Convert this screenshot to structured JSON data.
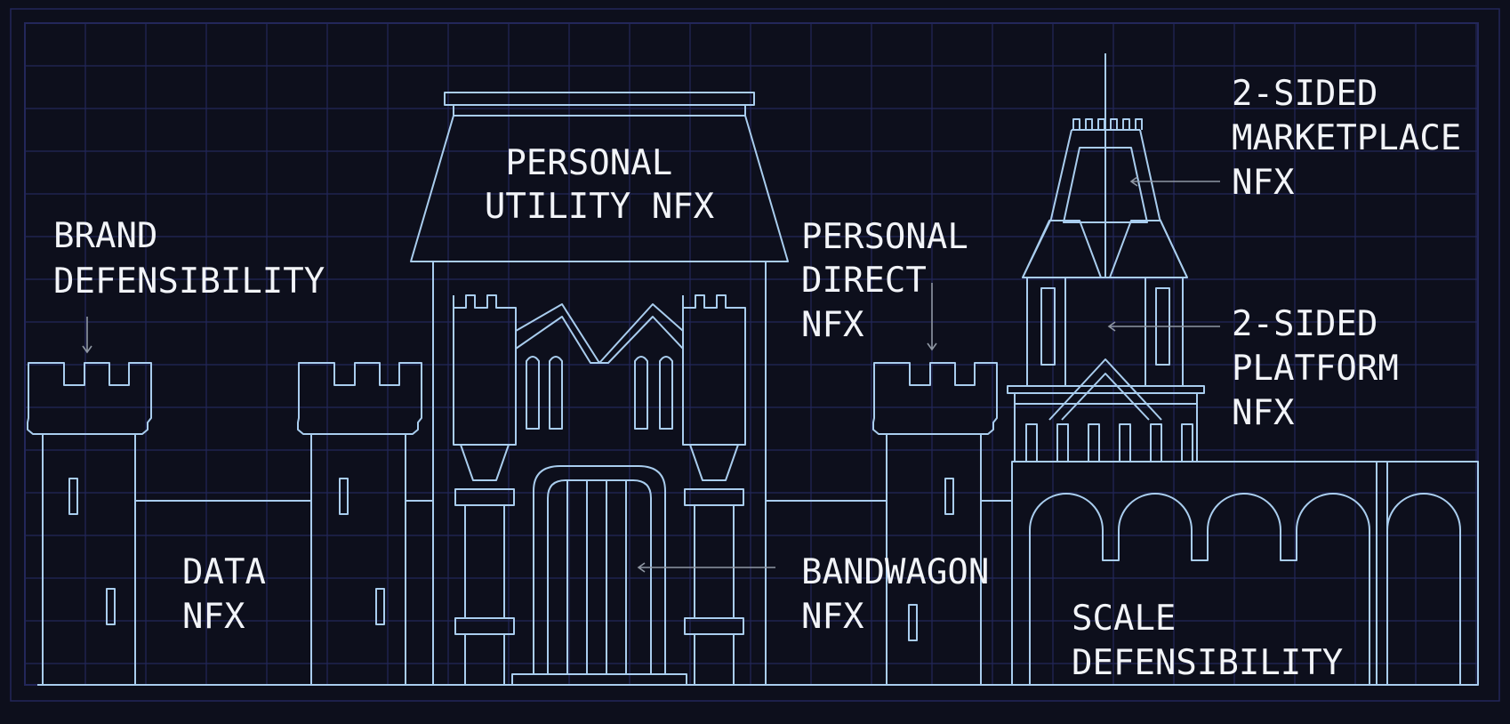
{
  "colors": {
    "background": "#0d0f1c",
    "grid": "#23275a",
    "outline": "#a9cdee",
    "text": "#f2f4f8",
    "arrow": "#8f97a3"
  },
  "labels": {
    "brand": [
      "BRAND",
      "DEFENSIBILITY"
    ],
    "personal_utility": [
      "PERSONAL",
      "UTILITY NFX"
    ],
    "personal_direct": [
      "PERSONAL",
      "DIRECT",
      "NFX"
    ],
    "marketplace": [
      "2-SIDED",
      "MARKETPLACE",
      "NFX"
    ],
    "platform": [
      "2-SIDED",
      "PLATFORM",
      "NFX"
    ],
    "data": [
      "DATA",
      "NFX"
    ],
    "bandwagon": [
      "BANDWAGON",
      "NFX"
    ],
    "scale": [
      "SCALE",
      "DEFENSIBILITY"
    ]
  }
}
